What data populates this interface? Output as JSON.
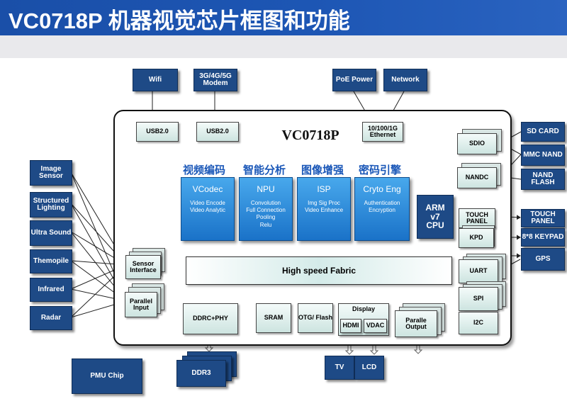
{
  "title": "VC0718P 机器视觉芯片框图和功能",
  "chip_name": "VC0718P",
  "top_external": {
    "wifi": "Wifi",
    "modem": "3G/4G/5G Modem",
    "poe": "PoE Power",
    "network": "Network"
  },
  "ports": {
    "usb1": "USB2.0",
    "usb2": "USB2.0",
    "ethernet": "10/100/1G Ethernet"
  },
  "cores": [
    {
      "cn": "视频编码",
      "name": "VCodec",
      "desc": "Video Encode\nVideo Analytic"
    },
    {
      "cn": "智能分析",
      "name": "NPU",
      "desc": "Convolution\nFull Connection\nPooling\nRelu"
    },
    {
      "cn": "图像增强",
      "name": "ISP",
      "desc": "Img Sig Proc\nVideo Enhance"
    },
    {
      "cn": "密码引擎",
      "name": "Cryto Eng",
      "desc": "Authentication\nEncryption"
    }
  ],
  "cpu": "ARM v7 CPU",
  "fabric": "High speed Fabric",
  "sensors": [
    "Image Sensor",
    "Structured Lighting",
    "Ultra Sound",
    "Themopile",
    "Infrared",
    "Radar"
  ],
  "sensor_interface": "Sensor Interface",
  "parallel_input": "Parallel Input",
  "memory": {
    "ddrc": "DDRC+PHY",
    "sram": "SRAM",
    "otg": "OTG/ Flash"
  },
  "display": {
    "label": "Display",
    "hdmi": "HDMI",
    "vdac": "VDAC"
  },
  "parallel_output": "Paralle Output",
  "right_internal": {
    "sdio": "SDIO",
    "nandc": "NANDC",
    "touch_panel": "TOUCH PANEL",
    "kpd": "KPD",
    "uart": "UART",
    "spi": "SPI",
    "i2c": "I2C"
  },
  "right_external": {
    "sd_card": "SD CARD",
    "mmc_nand": "MMC NAND",
    "nand_flash": "NAND FLASH",
    "touch_panel": "TOUCH PANEL",
    "keypad": "8*8 KEYPAD",
    "gps": "GPS"
  },
  "bottom_external": {
    "pmu": "PMU Chip",
    "ddr3": "DDR3",
    "tv": "TV",
    "lcd": "LCD"
  }
}
